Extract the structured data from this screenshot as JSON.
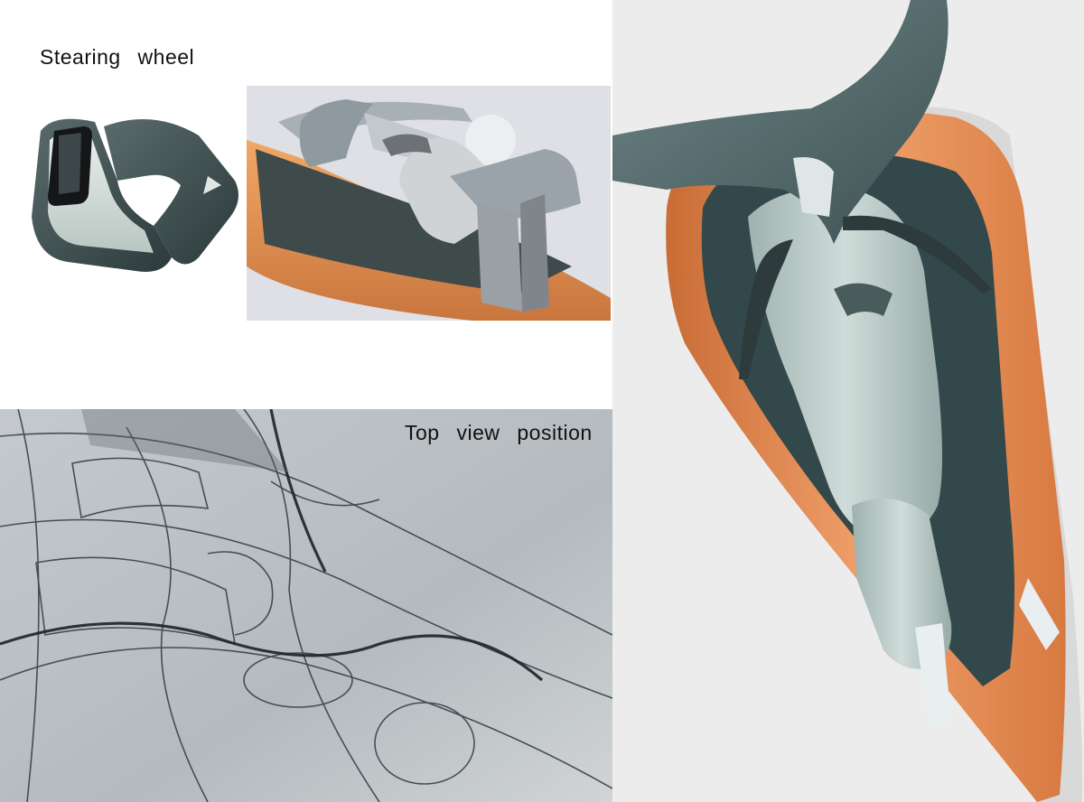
{
  "labels": {
    "steering_wheel": "Stearing  wheel",
    "top_view": "Top  view  position"
  },
  "colors": {
    "hull_orange": "#e98a4f",
    "body_slate": "#7d9497",
    "dark_teal": "#3c4b4c",
    "cabin_teal": "#2f4547",
    "seat_mint": "#b9cac7",
    "sketch_grey": "#c9cdd1",
    "background": "#ffffff"
  },
  "images": {
    "steering_wheel_render": "steering-wheel-render",
    "cockpit_render": "cockpit-side-render",
    "sketch": "cockpit-pencil-sketch",
    "top_view_render": "vehicle-top-view-render"
  }
}
